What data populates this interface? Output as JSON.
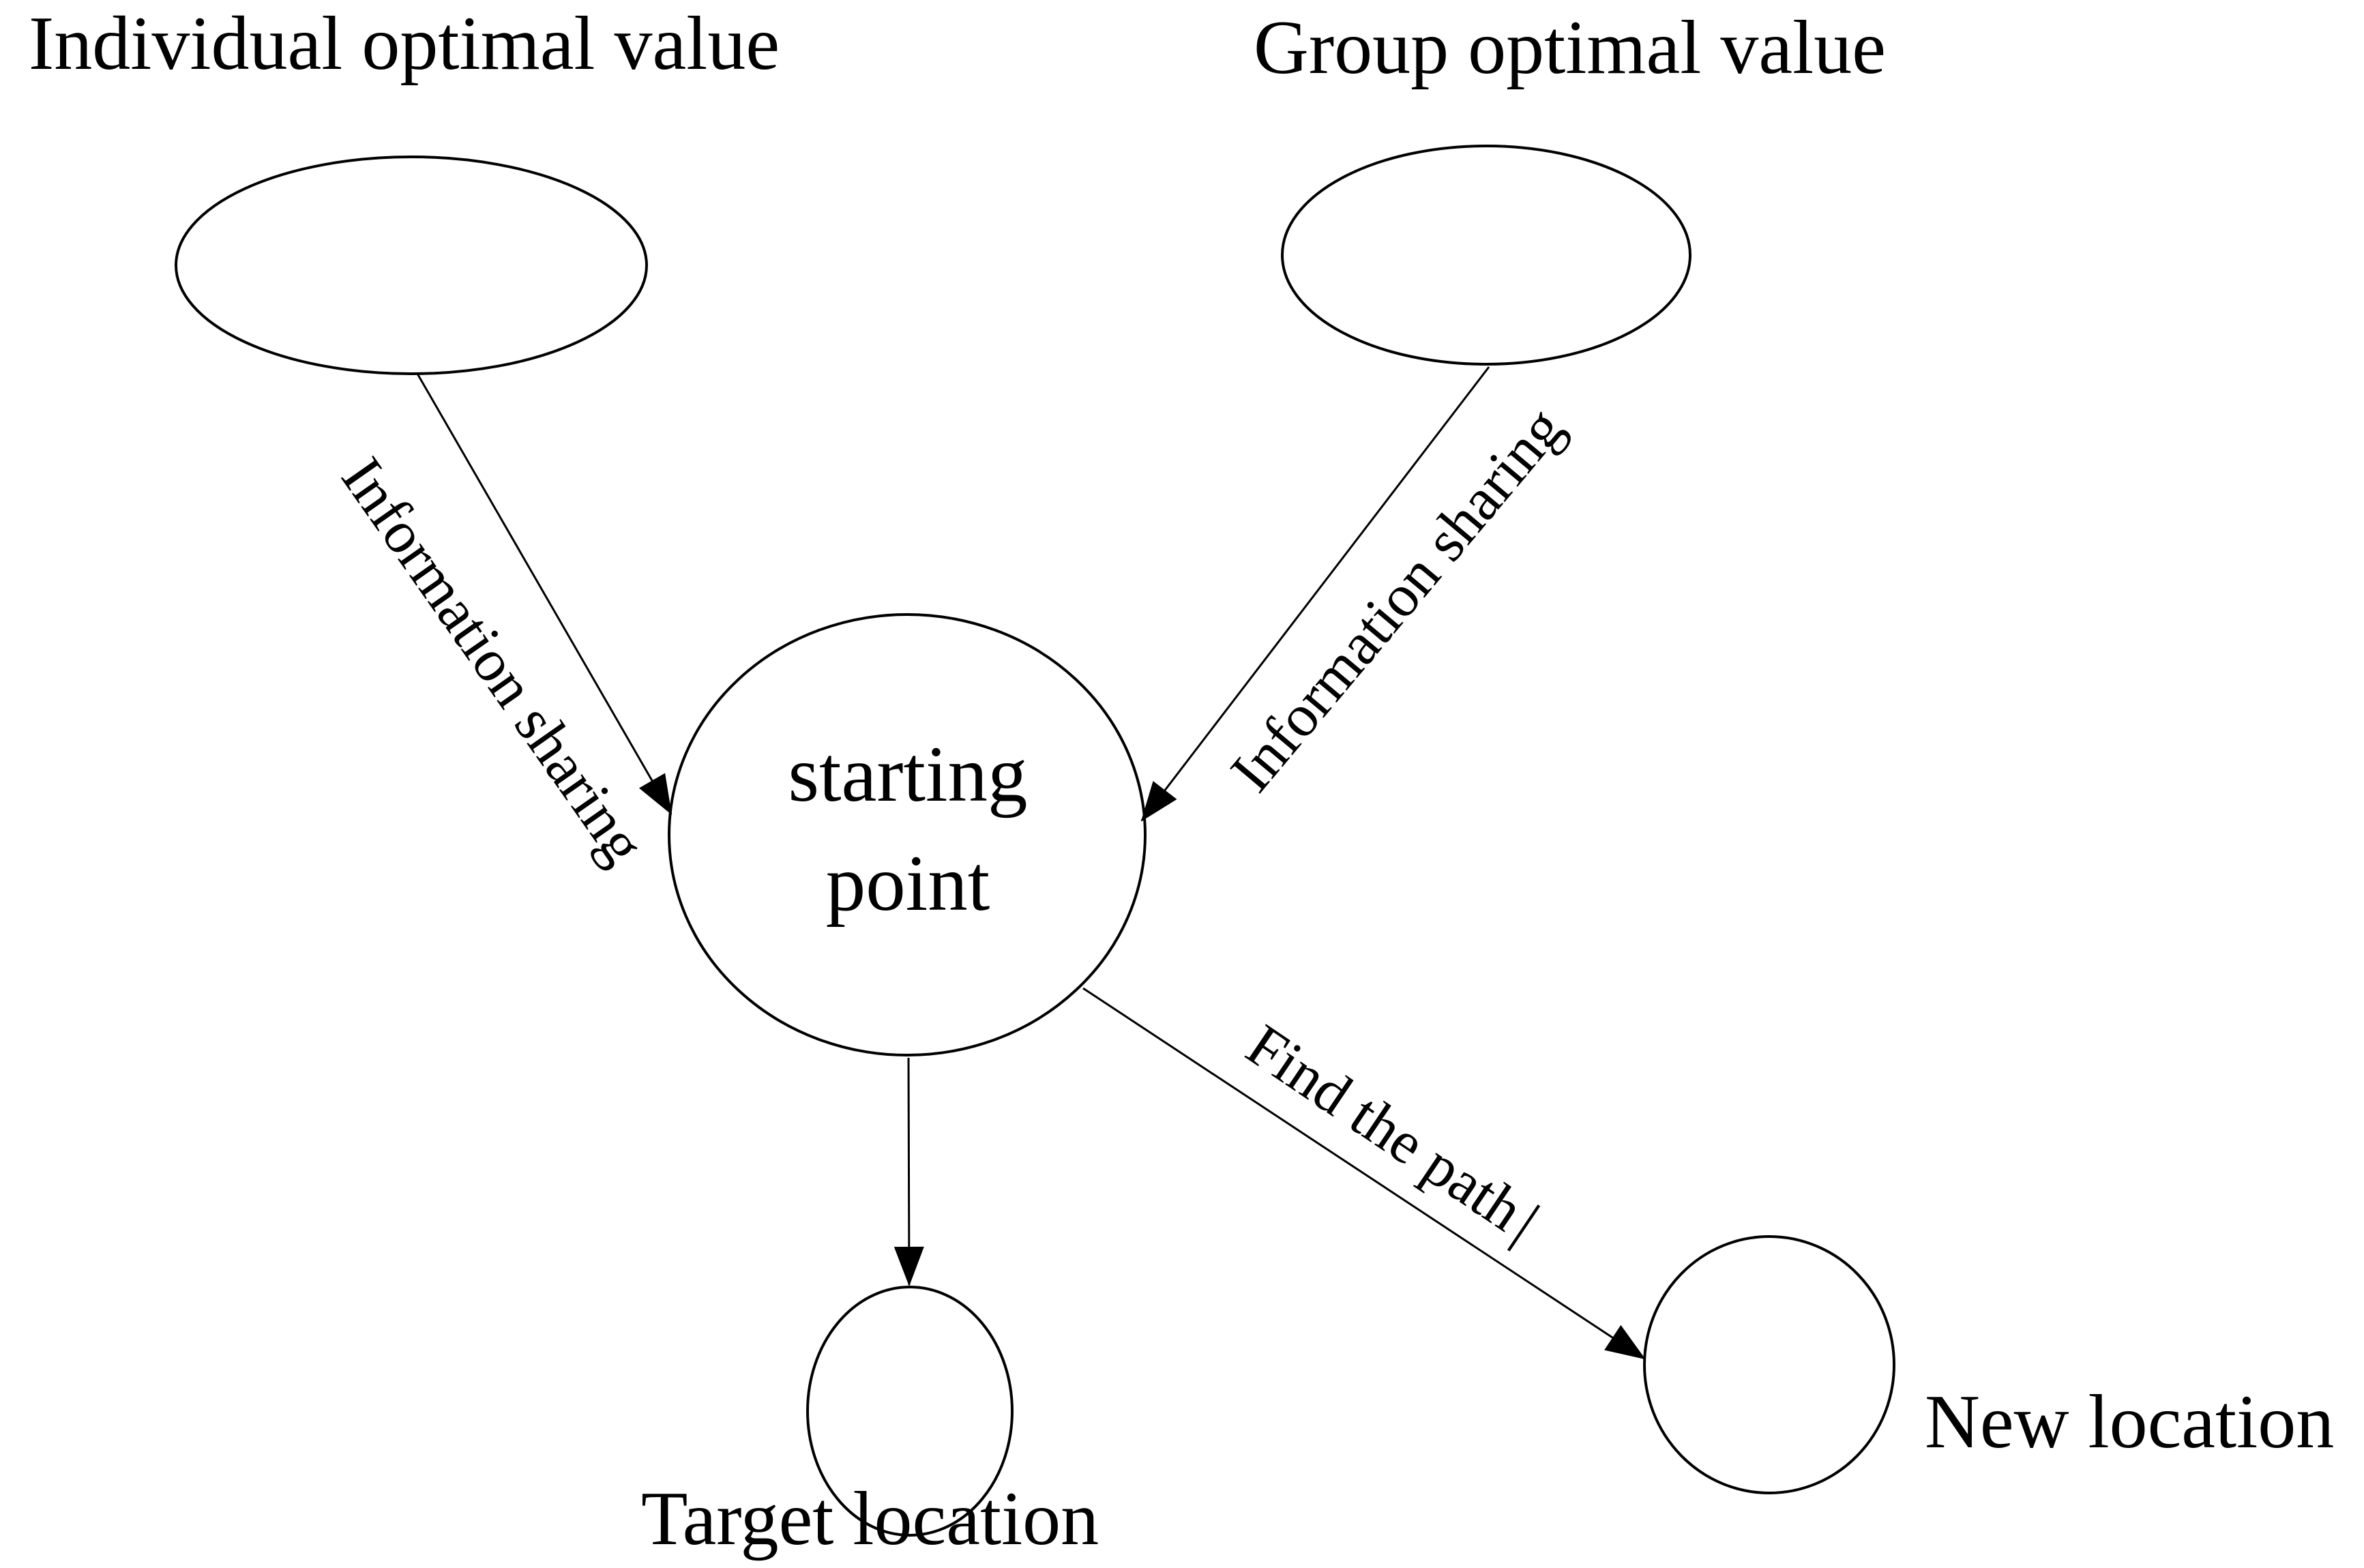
{
  "colors": {
    "ink": "#000000",
    "background": "#ffffff"
  },
  "nodes": {
    "individual_optimal": {
      "title": "Individual optimal value"
    },
    "group_optimal": {
      "title": "Group optimal value"
    },
    "starting_point": {
      "label": "starting point"
    },
    "target_location": {
      "label": "Target location"
    },
    "new_location": {
      "label": "New location"
    }
  },
  "edges": {
    "individual_to_start": {
      "label": "Information sharing"
    },
    "group_to_start": {
      "label": "Information sharing"
    },
    "start_to_new": {
      "label": "Find the path",
      "caret": "|"
    }
  }
}
